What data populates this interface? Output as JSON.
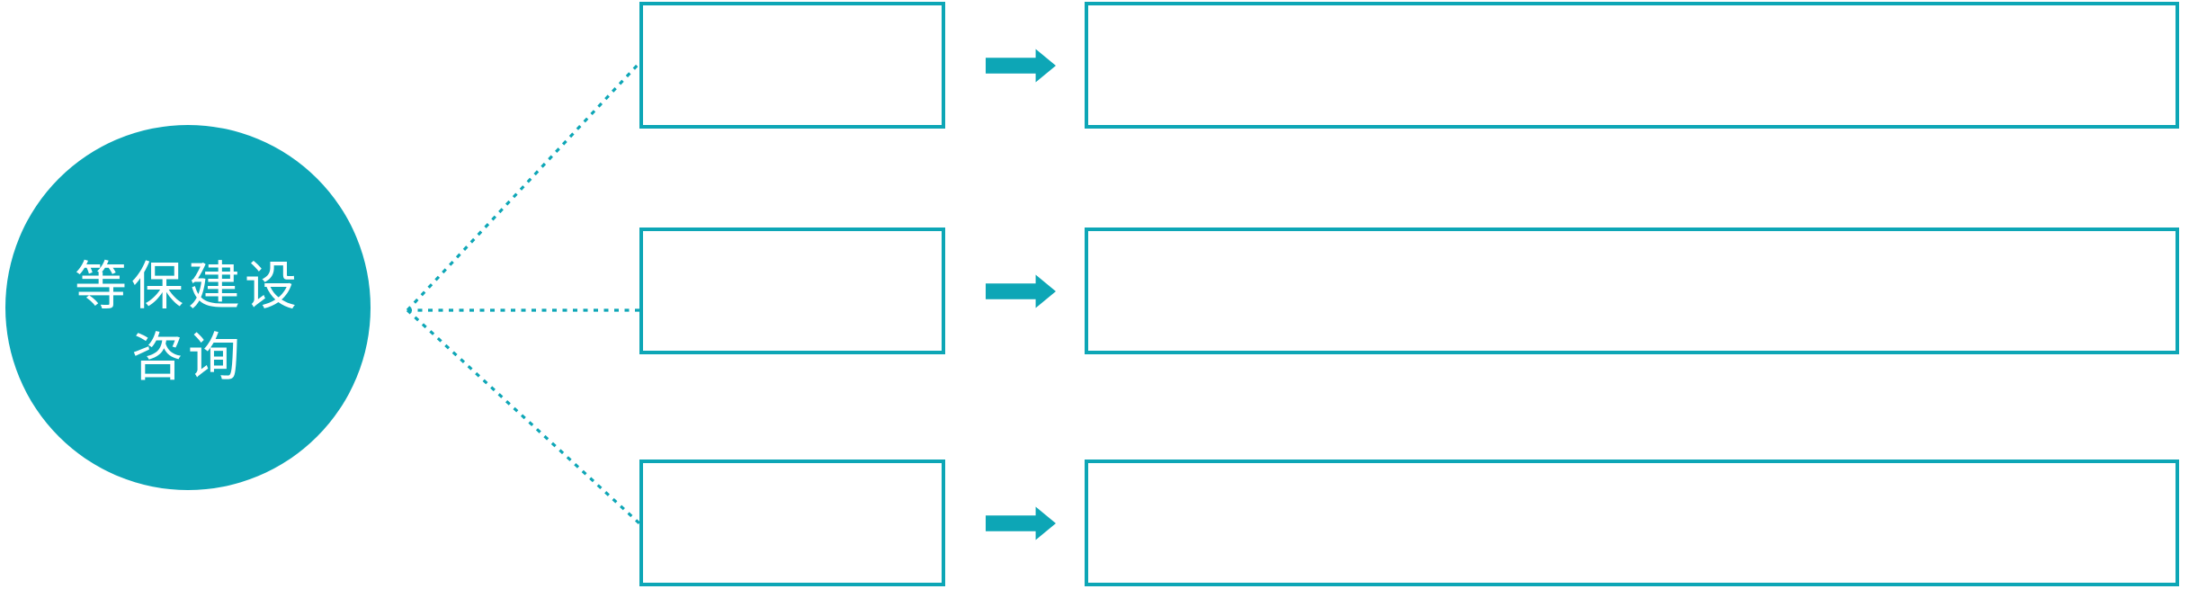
{
  "hub": {
    "label_line1": "等保建设",
    "label_line2": "咨询"
  },
  "rows": [
    {
      "step_label": "",
      "detail_label": ""
    },
    {
      "step_label": "",
      "detail_label": ""
    },
    {
      "step_label": "",
      "detail_label": ""
    }
  ],
  "icons": {
    "arrow": "right-block-arrow",
    "connector": "dotted-fan-line"
  },
  "colors": {
    "teal": "#0DA6B6",
    "text_on_teal": "#FFFFFF",
    "bg": "#FFFFFF"
  }
}
